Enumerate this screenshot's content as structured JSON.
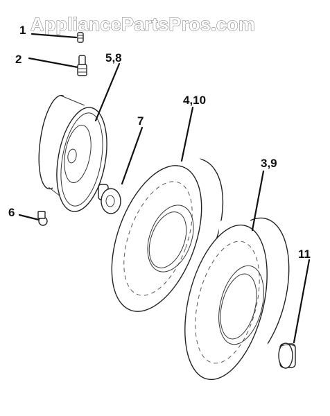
{
  "watermark": {
    "text": "AppliancePartsPros.com"
  },
  "callouts": {
    "c1": "1",
    "c2": "2",
    "c58": "5,8",
    "c7": "7",
    "c6": "6",
    "c410": "4,10",
    "c39": "3,9",
    "c11": "11"
  },
  "colors": {
    "line": "#111111",
    "watermark_outline": "#7a7a7a",
    "background": "#ffffff"
  }
}
